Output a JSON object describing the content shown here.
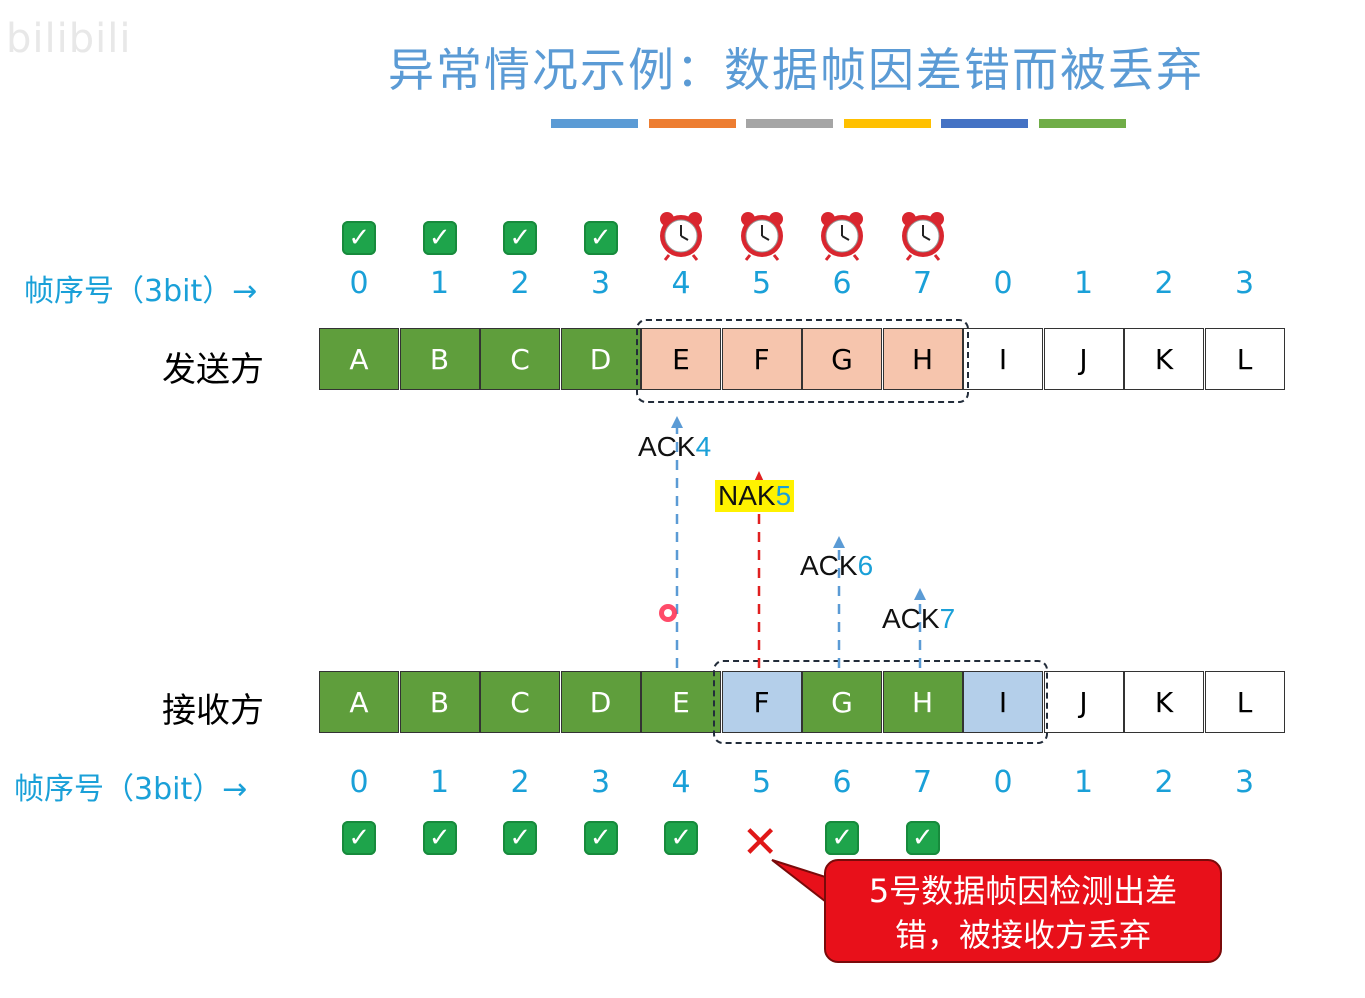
{
  "watermark": "bilibili",
  "title": "异常情况示例：数据帧因差错而被丢弃",
  "title_bar_colors": [
    "#5b9bd5",
    "#ed7d31",
    "#a5a5a5",
    "#ffc000",
    "#4472c4",
    "#70ad47"
  ],
  "sender": {
    "label": "发送方",
    "seq_label": "帧序号（3bit）→",
    "seq_numbers": [
      "0",
      "1",
      "2",
      "3",
      "4",
      "5",
      "6",
      "7",
      "0",
      "1",
      "2",
      "3"
    ],
    "frames": [
      {
        "letter": "A",
        "state": "green"
      },
      {
        "letter": "B",
        "state": "green"
      },
      {
        "letter": "C",
        "state": "green"
      },
      {
        "letter": "D",
        "state": "green"
      },
      {
        "letter": "E",
        "state": "orange"
      },
      {
        "letter": "F",
        "state": "orange"
      },
      {
        "letter": "G",
        "state": "orange"
      },
      {
        "letter": "H",
        "state": "orange"
      },
      {
        "letter": "I",
        "state": "white"
      },
      {
        "letter": "J",
        "state": "white"
      },
      {
        "letter": "K",
        "state": "white"
      },
      {
        "letter": "L",
        "state": "white"
      }
    ],
    "status_icons": [
      "check-icon",
      "check-icon",
      "check-icon",
      "check-icon",
      "alarm-clock-icon",
      "alarm-clock-icon",
      "alarm-clock-icon",
      "alarm-clock-icon"
    ]
  },
  "receiver": {
    "label": "接收方",
    "seq_label": "帧序号（3bit）→",
    "seq_numbers": [
      "0",
      "1",
      "2",
      "3",
      "4",
      "5",
      "6",
      "7",
      "0",
      "1",
      "2",
      "3"
    ],
    "frames": [
      {
        "letter": "A",
        "state": "green"
      },
      {
        "letter": "B",
        "state": "green"
      },
      {
        "letter": "C",
        "state": "green"
      },
      {
        "letter": "D",
        "state": "green"
      },
      {
        "letter": "E",
        "state": "green"
      },
      {
        "letter": "F",
        "state": "blue"
      },
      {
        "letter": "G",
        "state": "green"
      },
      {
        "letter": "H",
        "state": "green"
      },
      {
        "letter": "I",
        "state": "blue"
      },
      {
        "letter": "J",
        "state": "white"
      },
      {
        "letter": "K",
        "state": "white"
      },
      {
        "letter": "L",
        "state": "white"
      }
    ],
    "status_icons": [
      "check-icon",
      "check-icon",
      "check-icon",
      "check-icon",
      "check-icon",
      "cross-icon",
      "check-icon",
      "check-icon"
    ]
  },
  "acks": [
    {
      "prefix": "ACK",
      "num": "4",
      "color": "#5b9bd5",
      "kind": "ack"
    },
    {
      "prefix": "NAK",
      "num": "5",
      "color": "#e02020",
      "kind": "nak"
    },
    {
      "prefix": "ACK",
      "num": "6",
      "color": "#5b9bd5",
      "kind": "ack"
    },
    {
      "prefix": "ACK",
      "num": "7",
      "color": "#5b9bd5",
      "kind": "ack"
    }
  ],
  "callout": {
    "line1": "5号数据帧因检测出差",
    "line2": "错，被接收方丢弃"
  },
  "colors": {
    "green": "#5f9e3c",
    "orange": "#f6c5ad",
    "blue": "#b4cfea",
    "seq": "#1aa0d8",
    "callout": "#e8101a"
  }
}
